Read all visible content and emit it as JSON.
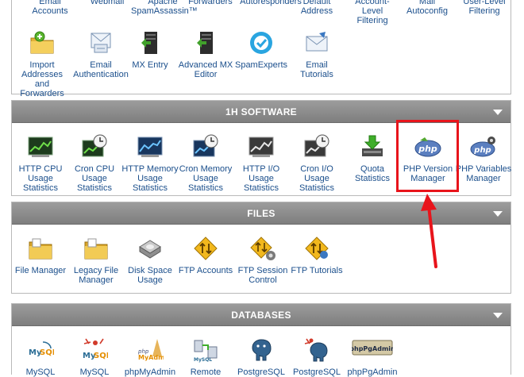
{
  "email_top_row": [
    {
      "label": "Email Accounts",
      "icon": "envelope-icon"
    },
    {
      "label": "Webmail",
      "icon": "webmail-icon"
    },
    {
      "label": "Apache SpamAssassin™",
      "icon": "spamassassin-icon"
    },
    {
      "label": "Forwarders",
      "icon": "forwarders-icon"
    },
    {
      "label": "Autoresponders",
      "icon": "autoresponders-icon"
    },
    {
      "label": "Default Address",
      "icon": "default-address-icon"
    },
    {
      "label": "Account-Level Filtering",
      "icon": "filter-icon"
    },
    {
      "label": "Mail Autoconfig",
      "icon": "autoconfig-icon"
    },
    {
      "label": "User-Level Filtering",
      "icon": "filter-icon"
    }
  ],
  "email_bottom_row": [
    {
      "label": "Import Addresses and Forwarders",
      "icon": "import-folder-icon"
    },
    {
      "label": "Email Authentication",
      "icon": "email-authentication-icon"
    },
    {
      "label": "MX Entry",
      "icon": "server-icon"
    },
    {
      "label": "Advanced MX Editor",
      "icon": "server-icon"
    },
    {
      "label": "SpamExperts",
      "icon": "spamexperts-icon"
    },
    {
      "label": "Email Tutorials",
      "icon": "email-tutorials-icon"
    }
  ],
  "software": {
    "title": "1H SOFTWARE",
    "items": [
      {
        "label": "HTTP CPU Usage Statistics",
        "icon": "cpu-chart-icon"
      },
      {
        "label": "Cron CPU Usage Statistics",
        "icon": "cron-clock-icon"
      },
      {
        "label": "HTTP Memory Usage Statistics",
        "icon": "memory-chart-icon"
      },
      {
        "label": "Cron Memory Usage Statistics",
        "icon": "cron-clock-icon"
      },
      {
        "label": "HTTP I/O Usage Statistics",
        "icon": "io-chart-icon"
      },
      {
        "label": "Cron I/O Usage Statistics",
        "icon": "cron-clock-icon"
      },
      {
        "label": "Quota Statistics",
        "icon": "quota-download-icon"
      },
      {
        "label": "PHP Version Manager",
        "icon": "php-icon"
      },
      {
        "label": "PHP Variables Manager",
        "icon": "php-gear-icon"
      }
    ]
  },
  "files": {
    "title": "FILES",
    "items": [
      {
        "label": "File Manager",
        "icon": "folder-icon"
      },
      {
        "label": "Legacy File Manager",
        "icon": "folder-icon"
      },
      {
        "label": "Disk Space Usage",
        "icon": "disk-icon"
      },
      {
        "label": "FTP Accounts",
        "icon": "ftp-icon"
      },
      {
        "label": "FTP Session Control",
        "icon": "ftp-gear-icon"
      },
      {
        "label": "FTP Tutorials",
        "icon": "ftp-icon"
      }
    ]
  },
  "databases": {
    "title": "DATABASES",
    "items": [
      {
        "label": "MySQL",
        "icon": "mysql-icon"
      },
      {
        "label": "MySQL",
        "icon": "mysql-wizard-icon"
      },
      {
        "label": "phpMyAdmin",
        "icon": "phpmyadmin-icon"
      },
      {
        "label": "Remote",
        "icon": "remote-mysql-icon"
      },
      {
        "label": "PostgreSQL",
        "icon": "postgresql-icon"
      },
      {
        "label": "PostgreSQL",
        "icon": "postgresql-wizard-icon"
      },
      {
        "label": "phpPgAdmin",
        "icon": "phppgadmin-icon"
      }
    ]
  },
  "colors": {
    "header_gray": "#8a8a8a",
    "link_blue": "#1b4f8c",
    "annotation_red": "#e8141b"
  }
}
